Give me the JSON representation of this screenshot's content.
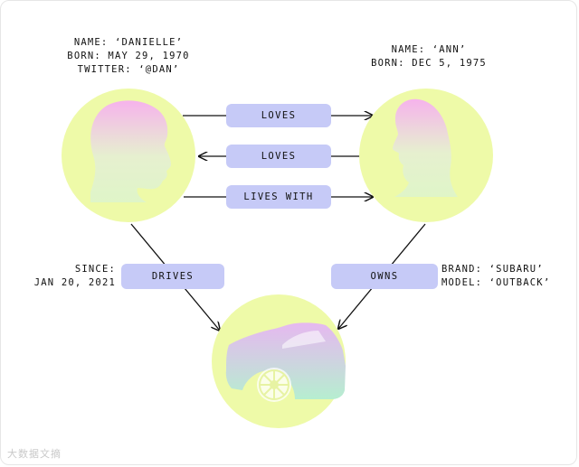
{
  "nodes": {
    "danielle": {
      "props": [
        "NAME: ‘DANIELLE’",
        "BORN: MAY 29, 1970",
        "TWITTER: ‘@DAN’"
      ]
    },
    "ann": {
      "props": [
        "NAME: ‘ANN’",
        "BORN: DEC 5, 1975"
      ]
    },
    "car": {
      "props": [
        "BRAND: ‘SUBARU’",
        "MODEL: ‘OUTBACK’"
      ]
    }
  },
  "relationships": {
    "loves_1": "LOVES",
    "loves_2": "LOVES",
    "lives_with": "LIVES WITH",
    "drives": "DRIVES",
    "owns": "OWNS"
  },
  "drives_props": [
    "SINCE:",
    "JAN 20, 2021"
  ],
  "watermark": "大数据文摘",
  "colors": {
    "node_fill": "#eefaa8",
    "relationship_fill": "#c6caf7",
    "silhouette_top": "#f6b3ec",
    "silhouette_bottom": "#dff5c8",
    "car_top": "#e6b8f0",
    "car_bottom": "#b6eed0",
    "edge": "#111111"
  }
}
